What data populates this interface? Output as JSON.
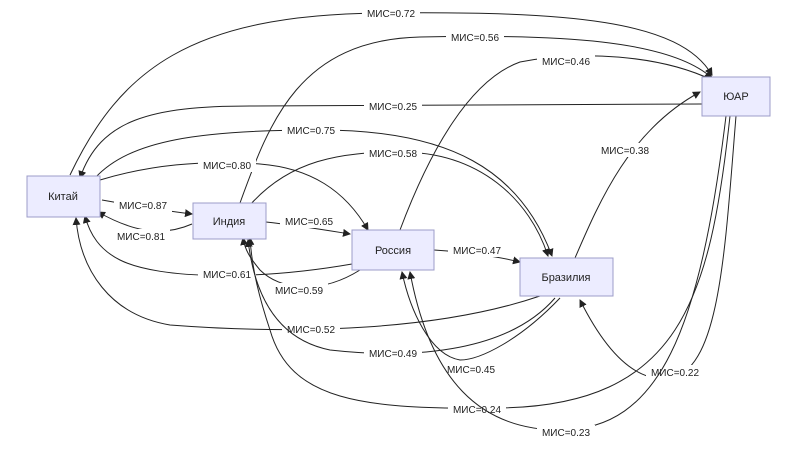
{
  "colors": {
    "node_fill": "#ececff",
    "node_border": "#9c9cc8",
    "edge": "#222222",
    "background": "#ffffff"
  },
  "nodes": {
    "china": {
      "label": "Китай"
    },
    "india": {
      "label": "Индия"
    },
    "russia": {
      "label": "Россия"
    },
    "brazil": {
      "label": "Бразилия"
    },
    "sa": {
      "label": "ЮАР"
    }
  },
  "edges": [
    {
      "from": "china",
      "to": "sa",
      "label": "МИС=0.72"
    },
    {
      "from": "india",
      "to": "sa",
      "label": "МИС=0.56"
    },
    {
      "from": "russia",
      "to": "sa",
      "label": "МИС=0.46"
    },
    {
      "from": "sa",
      "to": "china",
      "label": "МИС=0.25"
    },
    {
      "from": "china",
      "to": "brazil",
      "label": "МИС=0.75"
    },
    {
      "from": "brazil",
      "to": "sa",
      "label": "МИС=0.38"
    },
    {
      "from": "china",
      "to": "russia",
      "label": "МИС=0.80"
    },
    {
      "from": "india",
      "to": "brazil",
      "label": "МИС=0.58"
    },
    {
      "from": "china",
      "to": "india",
      "label": "МИС=0.87"
    },
    {
      "from": "india",
      "to": "china",
      "label": "МИС=0.81"
    },
    {
      "from": "india",
      "to": "russia",
      "label": "МИС=0.65"
    },
    {
      "from": "russia",
      "to": "brazil",
      "label": "МИС=0.47"
    },
    {
      "from": "russia",
      "to": "china",
      "label": "МИС=0.61"
    },
    {
      "from": "russia",
      "to": "india",
      "label": "МИС=0.59"
    },
    {
      "from": "brazil",
      "to": "china",
      "label": "МИС=0.52"
    },
    {
      "from": "brazil",
      "to": "india",
      "label": "МИС=0.49"
    },
    {
      "from": "brazil",
      "to": "russia",
      "label": "МИС=0.45"
    },
    {
      "from": "sa",
      "to": "brazil",
      "label": "МИС=0.22"
    },
    {
      "from": "sa",
      "to": "india",
      "label": "МИС=0.24"
    },
    {
      "from": "sa",
      "to": "russia",
      "label": "МИС=0.23"
    }
  ]
}
